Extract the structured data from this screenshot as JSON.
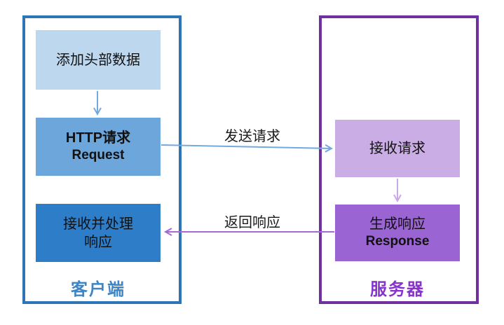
{
  "client": {
    "label": "客户端",
    "box_add_header": {
      "line1": "添加头部数据"
    },
    "box_http_request": {
      "line1": "HTTP请求",
      "line2": "Request"
    },
    "box_receive_response": {
      "line1": "接收并处理",
      "line2": "响应"
    }
  },
  "server": {
    "label": "服务器",
    "box_receive_request": {
      "line1": "接收请求"
    },
    "box_generate_response": {
      "line1": "生成响应",
      "line2": "Response"
    }
  },
  "arrows": {
    "send": {
      "label": "发送请求"
    },
    "return": {
      "label": "返回响应"
    }
  },
  "colors": {
    "client_border": "#2E75B6",
    "client_box_light": "#BDD7EE",
    "client_box_medium": "#6CA6DB",
    "client_box_dark": "#2D7DC8",
    "client_label_text": "#3D85C6",
    "server_border": "#7030A0",
    "server_box_light": "#CBADE5",
    "server_box_dark": "#9A64D2",
    "server_label_text": "#8833CC",
    "arrow_blue": "#74A9E0",
    "arrow_purple_light": "#C9A8E8",
    "arrow_purple": "#A569D6",
    "box_text": "#111111"
  }
}
